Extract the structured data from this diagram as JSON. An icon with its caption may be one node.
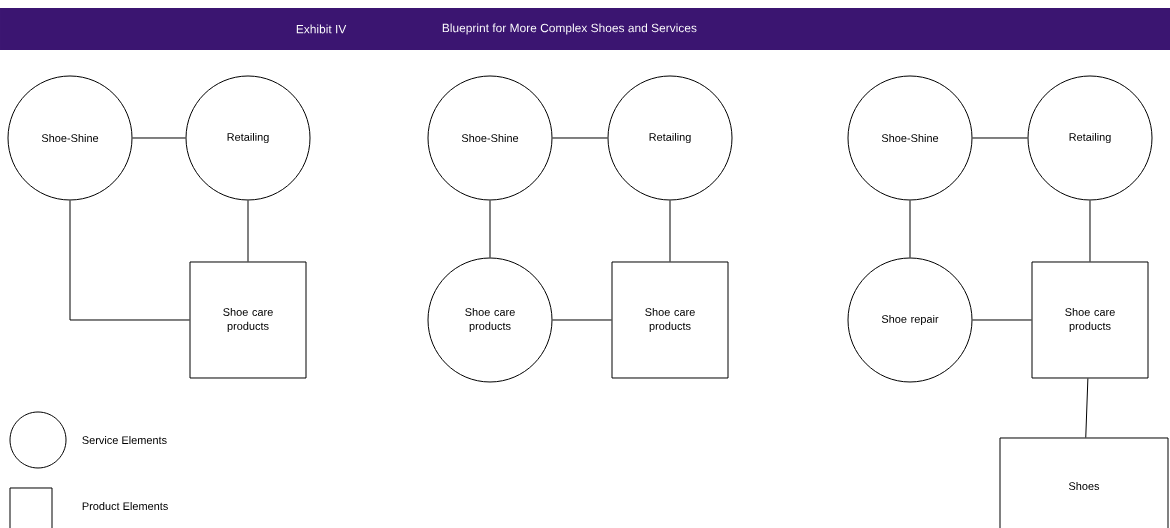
{
  "diagram": {
    "title": "Blueprint for More Complex Shoes and Services",
    "nodes": [
      {
        "text": [
          "Shoe-Shine"
        ]
      },
      {
        "text": [
          "Retailing"
        ]
      },
      {
        "text": [
          "Shoe care products"
        ]
      },
      {
        "text": [
          "Shoe-Shine"
        ]
      },
      {
        "text": [
          "Retailing"
        ]
      },
      {
        "text": [
          "Shoe care products"
        ]
      },
      {
        "text": [
          "Shoe care products"
        ]
      },
      {
        "text": [
          "Shoe-Shine"
        ]
      },
      {
        "text": [
          "Retailing"
        ]
      },
      {
        "text": [
          "Shoe repair"
        ]
      },
      {
        "text": [
          "Shoe care products"
        ]
      },
      {
        "text": [
          "Shoes"
        ]
      }
    ],
    "edges": [
      {
        "from": 0,
        "to": 1,
        "arrow": "none"
      },
      {
        "from": 1,
        "to": 2,
        "arrow": "none"
      },
      {
        "from": 0,
        "to": 2,
        "arrow": "none"
      },
      {
        "from": 3,
        "to": 4,
        "arrow": "none"
      },
      {
        "from": 3,
        "to": 5,
        "arrow": "none"
      },
      {
        "from": 4,
        "to": 6,
        "arrow": "none"
      },
      {
        "from": 5,
        "to": 6,
        "arrow": "none"
      },
      {
        "from": 7,
        "to": 8,
        "arrow": "none"
      },
      {
        "from": 7,
        "to": 9,
        "arrow": "none"
      },
      {
        "from": 8,
        "to": 10,
        "arrow": "none"
      },
      {
        "from": 9,
        "to": 10,
        "arrow": "none"
      },
      {
        "from": 10,
        "to": 11,
        "arrow": "none"
      }
    ],
    "labels": [
      "Exhibit IV"
    ],
    "legend": [
      {
        "text": "Service Elements"
      },
      {
        "text": "Product Elements"
      }
    ]
  }
}
